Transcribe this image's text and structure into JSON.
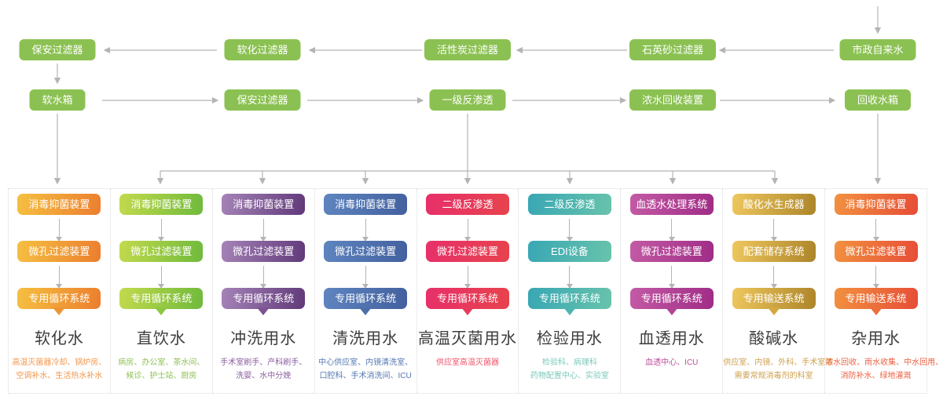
{
  "top_flow": {
    "box_color": "#8bc152",
    "connector_color": "#b4b4b4",
    "row1": [
      "保安过滤器",
      "软化过滤器",
      "活性炭过滤器",
      "石英砂过滤器",
      "市政自来水"
    ],
    "row2": [
      "软水箱",
      "保安过滤器",
      "一级反渗透",
      "浓水回收装置",
      "回收水箱"
    ]
  },
  "columns": [
    {
      "title": "软化水",
      "boxes": [
        "消毒抑菌装置",
        "微孔过滤装置",
        "专用循环系统"
      ],
      "desc": [
        "高温灭菌器冷却、锅炉房、",
        "空调补水、生活热水补水"
      ],
      "colors": {
        "from": "#f5c041",
        "to": "#ec7e2e",
        "tail": "#ee9434",
        "text": "#f0964a"
      }
    },
    {
      "title": "直饮水",
      "boxes": [
        "消毒抑菌装置",
        "微孔过滤装置",
        "专用循环系统"
      ],
      "desc": [
        "病房、办公室、茶水间、",
        "候诊、护士站、厨房"
      ],
      "colors": {
        "from": "#c3da4d",
        "to": "#6fba3c",
        "tail": "#8dc643",
        "text": "#8ebf52"
      }
    },
    {
      "title": "冲洗用水",
      "boxes": [
        "消毒抑菌装置",
        "微孔过滤装置",
        "专用循环系统"
      ],
      "desc": [
        "手术室刷手、产科刷手、",
        "洗婴、水中分娩"
      ],
      "colors": {
        "from": "#a583b7",
        "to": "#61397a",
        "tail": "#7e5293",
        "text": "#8a5d9e"
      }
    },
    {
      "title": "清洗用水",
      "boxes": [
        "消毒抑菌装置",
        "微孔过滤装置",
        "专用循环系统"
      ],
      "desc": [
        "中心供应室、内镜清洗室、",
        "口腔科、手术消洗间、ICU"
      ],
      "colors": {
        "from": "#5f85c0",
        "to": "#42609e",
        "tail": "#4d6ea9",
        "text": "#5577b2"
      }
    },
    {
      "title": "高温灭菌用水",
      "boxes": [
        "二级反渗透",
        "微孔过滤装置",
        "专用循环系统"
      ],
      "desc": [
        "供应室高温灭菌器"
      ],
      "colors": {
        "from": "#e7306a",
        "to": "#e7434d",
        "tail": "#e73b5c",
        "text": "#ee5268"
      }
    },
    {
      "title": "检验用水",
      "boxes": [
        "二级反渗透",
        "EDI设备",
        "专用循环系统"
      ],
      "desc": [
        "检验科、病理科",
        "药物配置中心、实验室"
      ],
      "colors": {
        "from": "#38a7b4",
        "to": "#68c3ab",
        "tail": "#4fb5af",
        "text": "#7cc9bb"
      }
    },
    {
      "title": "血透用水",
      "boxes": [
        "血透水处理系统",
        "微孔过滤装置",
        "专用循环系统"
      ],
      "desc": [
        "血透中心、ICU"
      ],
      "colors": {
        "from": "#c35ba5",
        "to": "#a02c86",
        "tail": "#b14495",
        "text": "#c04d9c"
      }
    },
    {
      "title": "酸碱水",
      "boxes": [
        "酸化水生成器",
        "配套储存系统",
        "专用输送系统"
      ],
      "desc": [
        "供应室、内镜、外科、手术室等",
        "需要常规消毒剂的科室"
      ],
      "colors": {
        "from": "#eec75e",
        "to": "#ad852a",
        "tail": "#d4a93f",
        "text": "#cfa04b"
      }
    },
    {
      "title": "杂用水",
      "boxes": [
        "消毒抑菌装置",
        "微孔过滤装置",
        "专用输送系统"
      ],
      "desc": [
        "浓水回收、雨水收集、中水回用、",
        "消防补水、绿地灌溉"
      ],
      "colors": {
        "from": "#f2913f",
        "to": "#e64d37",
        "tail": "#ec6f3b",
        "text": "#ec5f3f"
      }
    }
  ]
}
